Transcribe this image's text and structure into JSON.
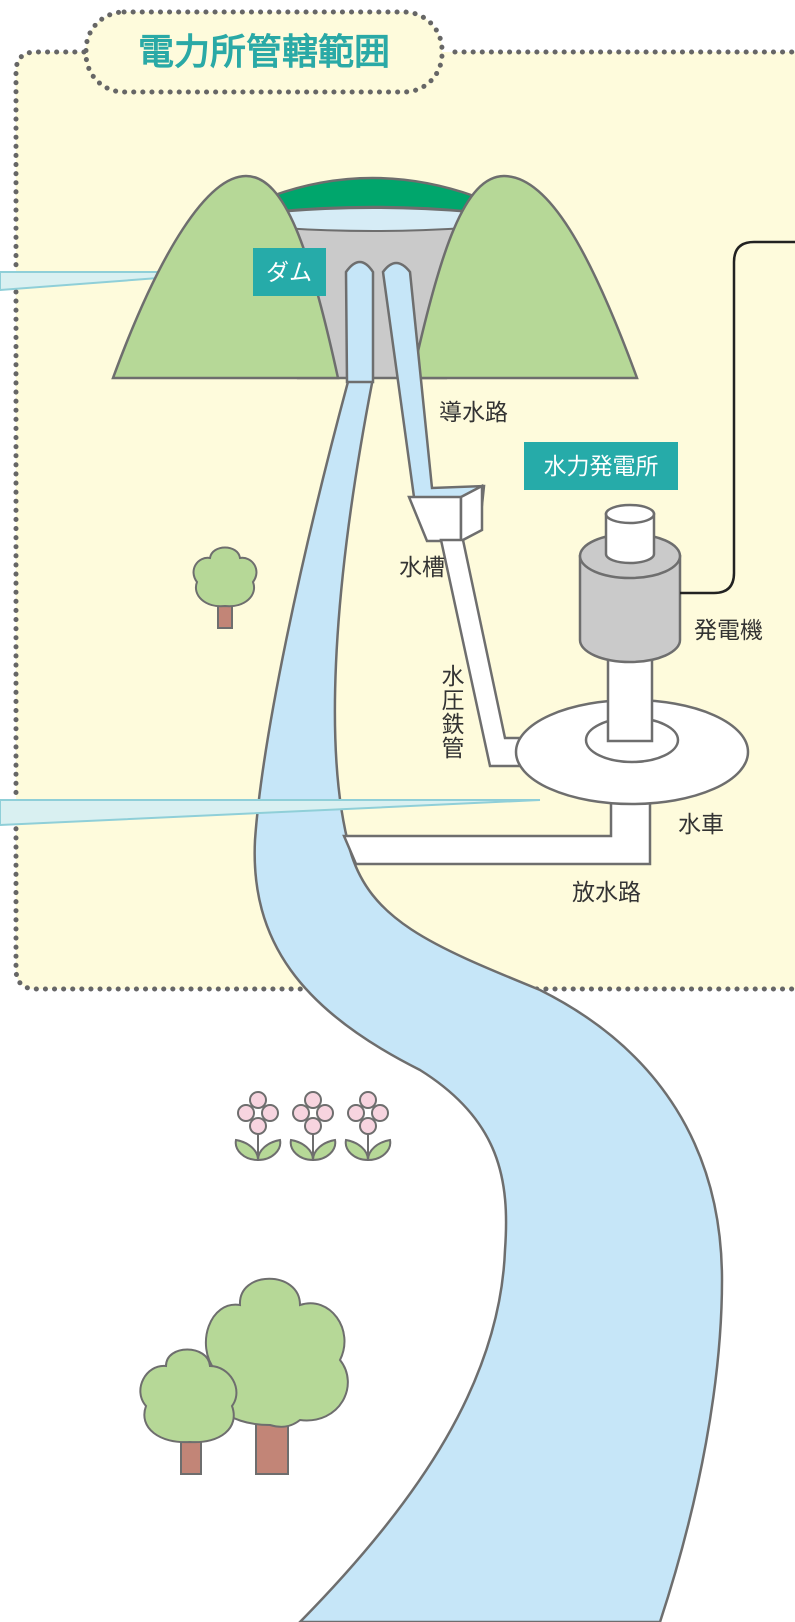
{
  "title": "電力所管轄範囲",
  "labels": {
    "dam": "ダム",
    "headrace": "導水路",
    "power_station": "水力発電所",
    "head_tank": "水槽",
    "penstock": "水圧鉄管",
    "generator": "発電機",
    "turbine": "水車",
    "tailrace": "放水路"
  },
  "colors": {
    "area_fill": "#fefbdc",
    "border_dots": "#666666",
    "accent_teal": "#2aa9a6",
    "tag_teal": "#26aba9",
    "water": "#c6e6f8",
    "mountain": "#b6d897",
    "dam_gray": "#cacaca",
    "reservoir_green": "#00a66c",
    "trunk": "#c28577",
    "flower": "#f7d4df"
  },
  "icons": [
    "tree-icon",
    "flower-icon",
    "generator-icon",
    "turbine-icon"
  ]
}
